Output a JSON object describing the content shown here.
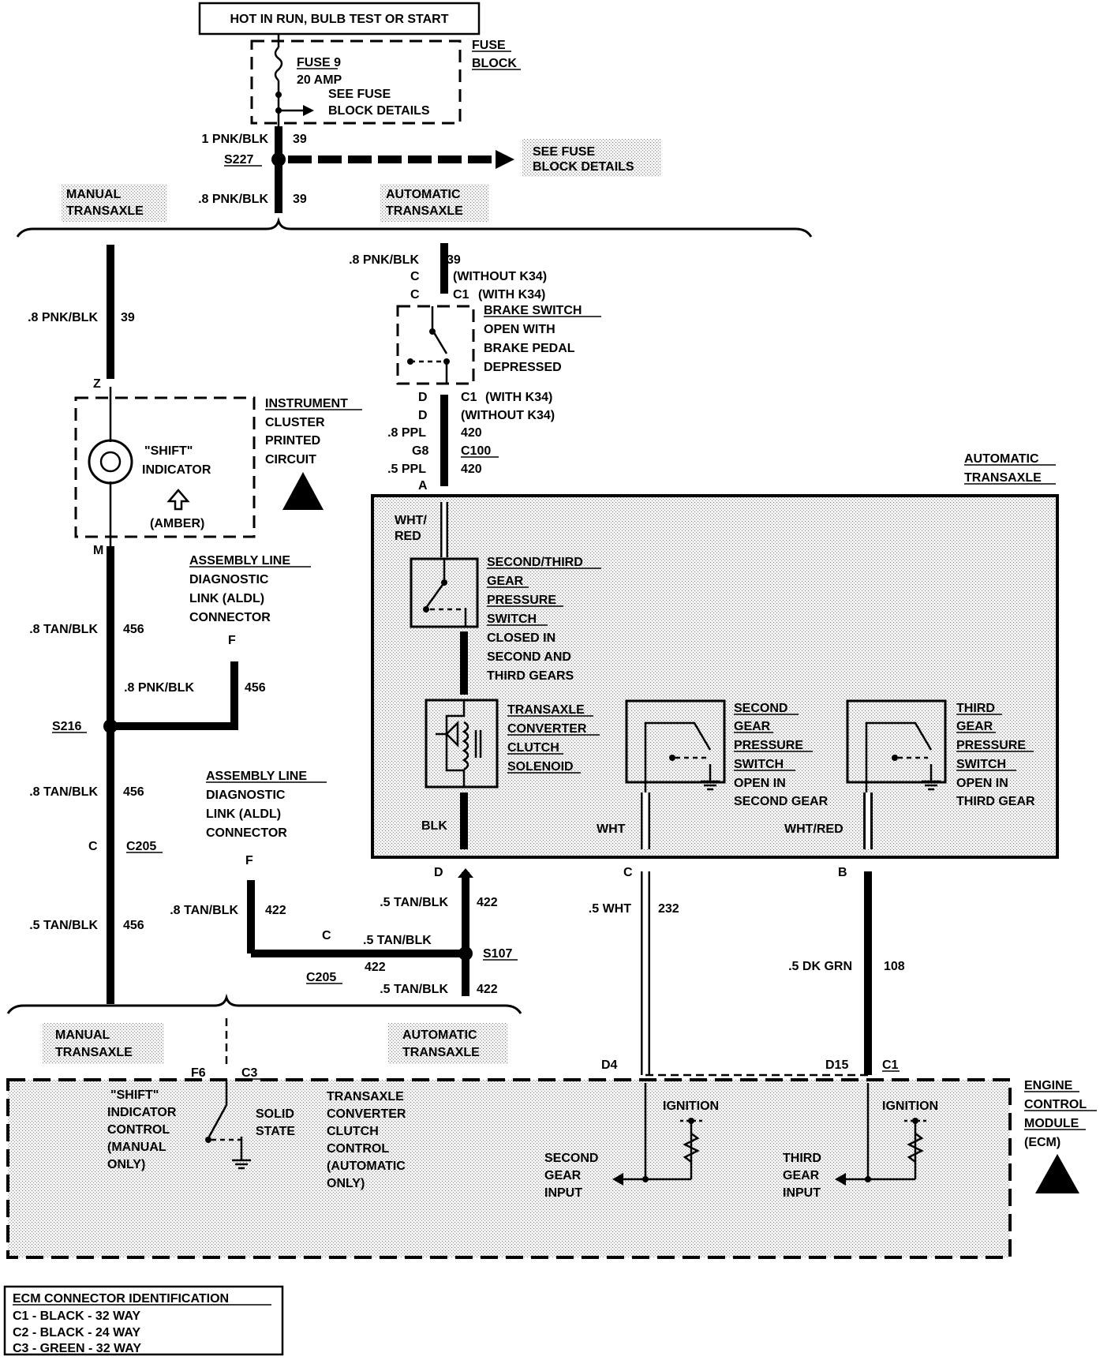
{
  "hot_label": "HOT IN RUN, BULB TEST OR START",
  "fuse": {
    "name": "FUSE 9",
    "amp": "20 AMP",
    "see1": "SEE FUSE",
    "see2": "BLOCK DETAILS",
    "block1": "FUSE",
    "block2": "BLOCK"
  },
  "splice_s227": {
    "label": "S227",
    "see1": "SEE FUSE",
    "see2": "BLOCK DETAILS"
  },
  "wires": {
    "w1_pnk": "1 PNK/BLK",
    "c39": "39",
    "w8_pnk": ".8 PNK/BLK",
    "w8_tan": ".8 TAN/BLK",
    "w5_tan": ".5 TAN/BLK",
    "w8_ppl": ".8 PPL",
    "w5_ppl": ".5 PPL",
    "c420": "420",
    "c456": "456",
    "c422": "422",
    "w5_wht": ".5 WHT",
    "c232": "232",
    "w5_dkgrn": ".5 DK GRN",
    "c108": "108"
  },
  "trans_labels": {
    "manual1": "MANUAL",
    "manual2": "TRANSAXLE",
    "auto1": "AUTOMATIC",
    "auto2": "TRANSAXLE"
  },
  "brake": {
    "c": "C",
    "without": "(WITHOUT K34)",
    "c1": "C1",
    "with": "(WITH K34)",
    "t1": "BRAKE SWITCH",
    "t2": "OPEN WITH",
    "t3": "BRAKE PEDAL",
    "t4": "DEPRESSED",
    "d": "D",
    "g8": "G8",
    "c100": "C100",
    "a": "A"
  },
  "cluster": {
    "z": "Z",
    "m": "M",
    "shift1": "\"SHIFT\"",
    "shift2": "INDICATOR",
    "amber": "(AMBER)",
    "t1": "INSTRUMENT",
    "t2": "CLUSTER",
    "t3": "PRINTED",
    "t4": "CIRCUIT"
  },
  "aldl": {
    "t1": "ASSEMBLY LINE",
    "t2": "DIAGNOSTIC",
    "t3": "LINK (ALDL)",
    "t4": "CONNECTOR",
    "f": "F"
  },
  "splices": {
    "s216": "S216",
    "s107": "S107",
    "c205": "C205",
    "c": "C"
  },
  "auto_box": {
    "title1": "AUTOMATIC",
    "title2": "TRANSAXLE",
    "whtred1": "WHT/",
    "whtred2": "RED",
    "sw23": [
      "SECOND/THIRD",
      "GEAR",
      "PRESSURE",
      "SWITCH",
      "CLOSED IN",
      "SECOND AND",
      "THIRD GEARS"
    ],
    "tcc": [
      "TRANSAXLE",
      "CONVERTER",
      "CLUTCH",
      "SOLENOID"
    ],
    "sw2": [
      "SECOND",
      "GEAR",
      "PRESSURE",
      "SWITCH",
      "OPEN IN",
      "SECOND GEAR"
    ],
    "sw3": [
      "THIRD",
      "GEAR",
      "PRESSURE",
      "SWITCH",
      "OPEN IN",
      "THIRD GEAR"
    ],
    "blk": "BLK",
    "wht": "WHT",
    "whtred": "WHT/RED"
  },
  "pins": {
    "d": "D",
    "c": "C",
    "b": "B",
    "d4": "D4",
    "d15": "D15",
    "c1": "C1",
    "f6": "F6",
    "c3": "C3"
  },
  "ecm": {
    "t1": "ENGINE",
    "t2": "CONTROL",
    "t3": "MODULE",
    "t4": "(ECM)",
    "shift": [
      "\"SHIFT\"",
      "INDICATOR",
      "CONTROL",
      "(MANUAL",
      "ONLY)"
    ],
    "solid1": "SOLID",
    "solid2": "STATE",
    "tcc": [
      "TRANSAXLE",
      "CONVERTER",
      "CLUTCH",
      "CONTROL",
      "(AUTOMATIC",
      "ONLY)"
    ],
    "ign": "IGNITION",
    "second": [
      "SECOND",
      "GEAR",
      "INPUT"
    ],
    "third": [
      "THIRD",
      "GEAR",
      "INPUT"
    ]
  },
  "legend": {
    "title": "ECM CONNECTOR IDENTIFICATION",
    "rows": [
      "C1 - BLACK - 32 WAY",
      "C2 - BLACK - 24 WAY",
      "C3 - GREEN - 32 WAY"
    ]
  }
}
